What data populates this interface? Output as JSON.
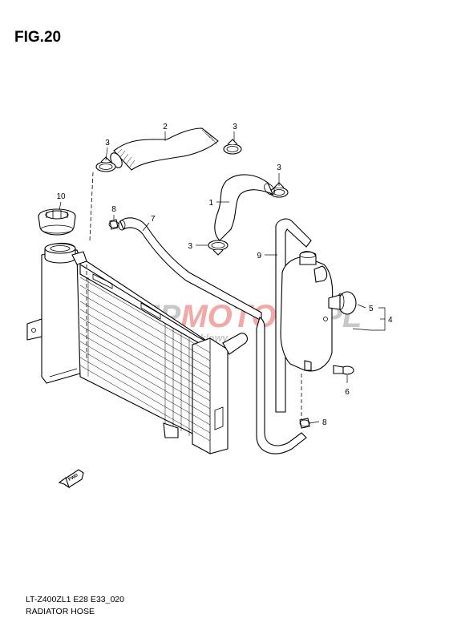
{
  "figure": {
    "title": "FIG.20"
  },
  "footer": {
    "model_code": "LT-Z400ZL1  E28  E33_020",
    "section_name": "RADIATOR HOSE"
  },
  "watermark": {
    "part_a": "SKLEP",
    "part_b": "MOTO",
    "part_c": "48",
    "part_d": ".PL",
    "subtitle": "internetowy sklep motocyklowy",
    "color_gray": "#c8c8c8",
    "color_red": "#f3a8a8"
  },
  "fwd_label": "FWD",
  "callouts": [
    {
      "id": "c1",
      "label": "1"
    },
    {
      "id": "c2",
      "label": "2"
    },
    {
      "id": "c3a",
      "label": "3"
    },
    {
      "id": "c3b",
      "label": "3"
    },
    {
      "id": "c3c",
      "label": "3"
    },
    {
      "id": "c3d",
      "label": "3"
    },
    {
      "id": "c4",
      "label": "4"
    },
    {
      "id": "c5",
      "label": "5"
    },
    {
      "id": "c6",
      "label": "6"
    },
    {
      "id": "c7",
      "label": "7"
    },
    {
      "id": "c8a",
      "label": "8"
    },
    {
      "id": "c8b",
      "label": "8"
    },
    {
      "id": "c9",
      "label": "9"
    },
    {
      "id": "c10",
      "label": "10"
    }
  ]
}
